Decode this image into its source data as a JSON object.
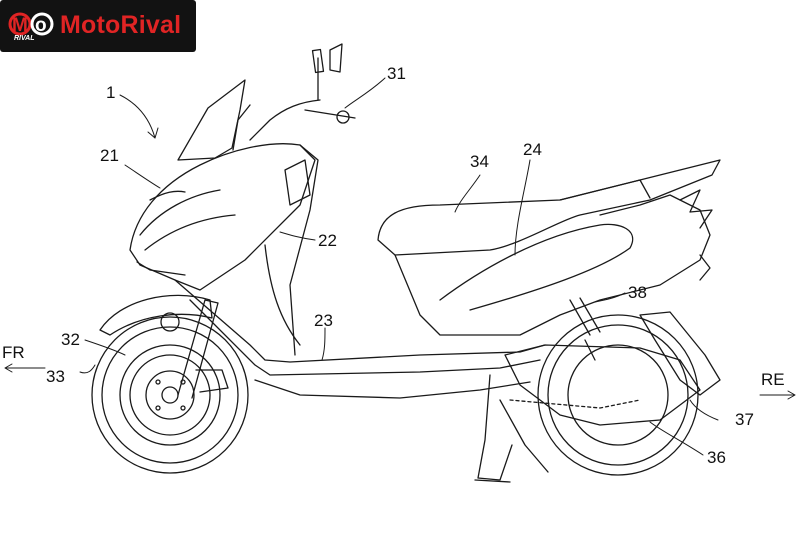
{
  "logo": {
    "brand": "MotoRival",
    "badge_text": "RIVAL",
    "colors": {
      "background": "#121212",
      "accent": "#e02424"
    }
  },
  "labels": {
    "overall": "1",
    "handlebar": "31",
    "front_cover": "21",
    "leg_shield": "22",
    "seat": "34",
    "body_cover": "24",
    "floor": "23",
    "rear_suspension": "38",
    "front_fork": "32",
    "front_wheel": "33",
    "rear_fender": "37",
    "rear_wheel": "36"
  },
  "directions": {
    "front": "FR",
    "rear": "RE"
  },
  "colors": {
    "line": "#1a1a1a"
  }
}
